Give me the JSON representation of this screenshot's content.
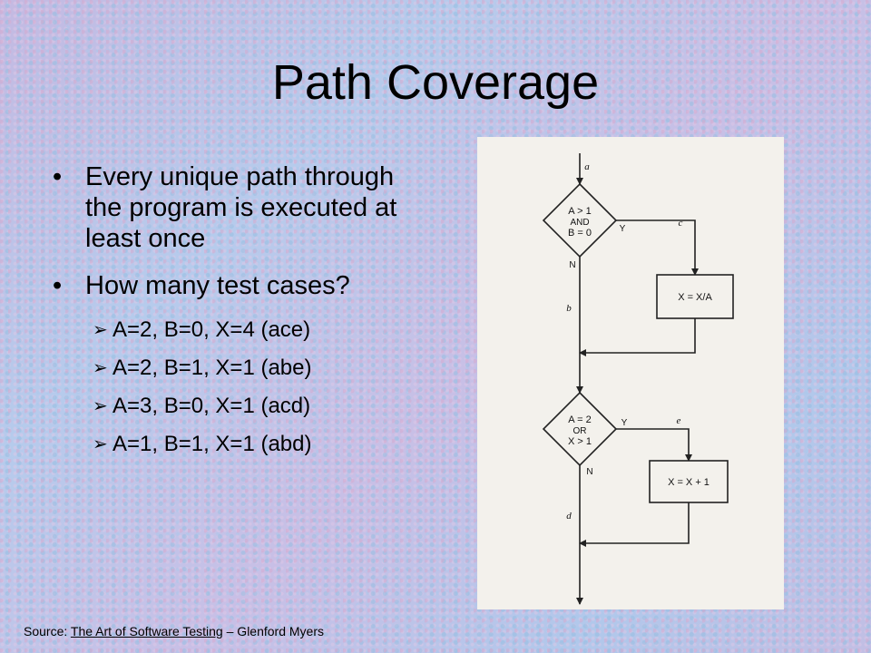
{
  "slide": {
    "title": "Path Coverage",
    "bullets": [
      "Every unique path through the program is executed at least once",
      "How many test cases?"
    ],
    "sub_bullets": [
      "A=2, B=0, X=4 (ace)",
      "A=2, B=1, X=1 (abe)",
      "A=3, B=0, X=1 (acd)",
      "A=1, B=1, X=1 (abd)"
    ],
    "source_prefix": "Source:",
    "source_link": "The Art of Software Testing",
    "source_suffix": "– Glenford Myers"
  },
  "flowchart": {
    "decision1": [
      "A > 1",
      "AND",
      "B = 0"
    ],
    "decision2": [
      "A = 2",
      "OR",
      "X > 1"
    ],
    "process1": "X = X/A",
    "process2": "X = X + 1",
    "yes_label": "Y",
    "no_label": "N",
    "edges": [
      "a",
      "b",
      "c",
      "d",
      "e"
    ]
  }
}
